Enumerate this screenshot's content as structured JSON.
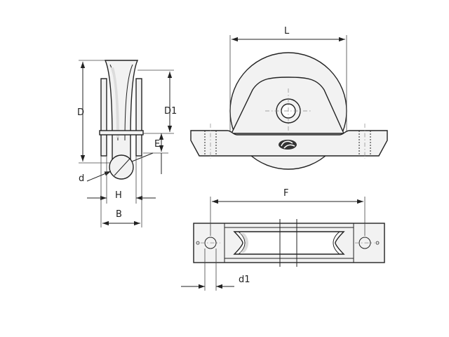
{
  "drawing": {
    "labels": {
      "D": "D",
      "D1": "D1",
      "E": "E",
      "d": "d",
      "H": "H",
      "B": "B",
      "L": "L",
      "F": "F",
      "d1": "d1"
    },
    "colors": {
      "line": "#222222",
      "part_fill": "#f2f2f2",
      "shade": "#dcdcdc",
      "background": "#ffffff"
    },
    "icons": [
      "brand-logo-icon"
    ]
  }
}
